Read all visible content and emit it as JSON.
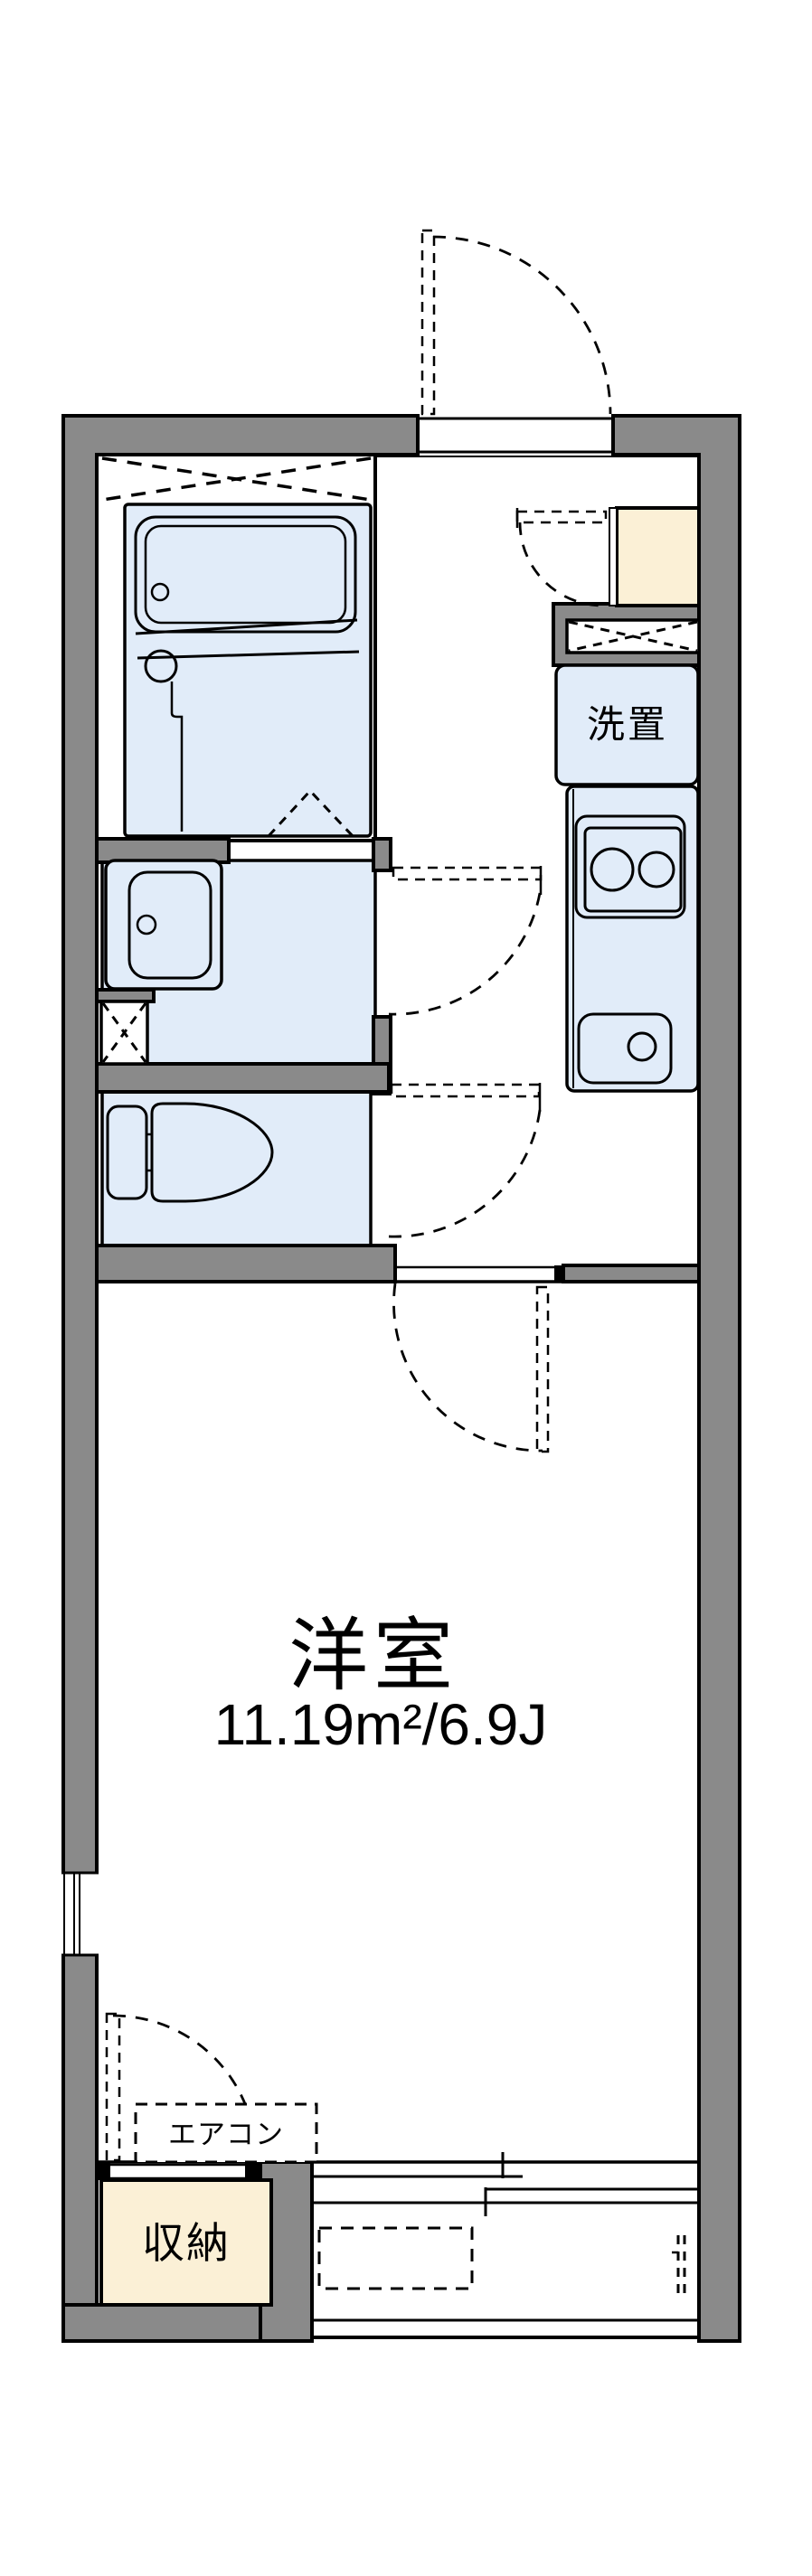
{
  "floorplan": {
    "kind": "apartment-floor-plan",
    "labels": {
      "main_room": "洋室",
      "main_room_area": "11.19m²/6.9J",
      "laundry_space": "洗置",
      "aircon": "エアコン",
      "storage": "収納"
    },
    "rooms": [
      {
        "name": "unit-bath",
        "fixtures": [
          "bathtub",
          "shower-faucet",
          "folding-door"
        ]
      },
      {
        "name": "washroom",
        "fixtures": [
          "washbasin",
          "pipe-shaft"
        ]
      },
      {
        "name": "toilet-room",
        "fixtures": [
          "toilet"
        ]
      },
      {
        "name": "hallway-kitchen",
        "fixtures": [
          "shoe-cabinet",
          "pipe-shaft",
          "washer-space",
          "two-burner-stove",
          "kitchen-sink"
        ]
      },
      {
        "name": "main-room",
        "label": "洋室",
        "area": "11.19m²/6.9J",
        "fixtures": [
          "aircon-spot",
          "storage-closet",
          "wall-window"
        ]
      },
      {
        "name": "balcony",
        "fixtures": [
          "sliding-window",
          "railing"
        ]
      }
    ],
    "colors": {
      "wall": "#8a8a8a",
      "line": "#000000",
      "blue": "#e1ecf9",
      "cream": "#fbf0d6",
      "bg": "#ffffff"
    }
  }
}
